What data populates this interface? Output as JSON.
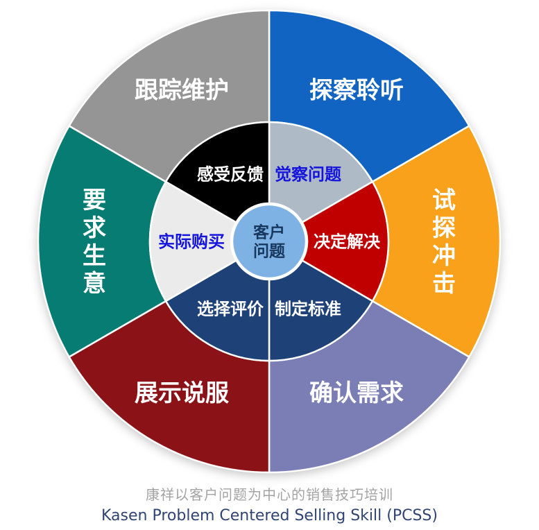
{
  "diagram": {
    "type": "concentric-ring-cycle",
    "center": {
      "label": "客户问题",
      "lines": [
        "客户",
        "问题"
      ],
      "bg": "#7FB2E4",
      "text_color": "#17375D"
    },
    "outer_ring": [
      {
        "label": "探察聆听",
        "color": "#1164C2",
        "text_color": "#FFFFFF",
        "start": 0,
        "end": 60,
        "orientation": "horizontal"
      },
      {
        "label": "试探冲击",
        "color": "#F9A11B",
        "text_color": "#FFFFFF",
        "start": 60,
        "end": 120,
        "orientation": "vertical"
      },
      {
        "label": "确认需求",
        "color": "#7B7DB5",
        "text_color": "#FFFFFF",
        "start": 120,
        "end": 180,
        "orientation": "horizontal"
      },
      {
        "label": "展示说服",
        "color": "#8B1216",
        "text_color": "#FFFFFF",
        "start": 180,
        "end": 240,
        "orientation": "horizontal"
      },
      {
        "label": "要求生意",
        "color": "#067C72",
        "text_color": "#FFFFFF",
        "start": 240,
        "end": 300,
        "orientation": "vertical"
      },
      {
        "label": "跟踪维护",
        "color": "#959595",
        "text_color": "#FFFFFF",
        "start": 300,
        "end": 360,
        "orientation": "horizontal"
      }
    ],
    "inner_ring": [
      {
        "label": "觉察问题",
        "color": "#AFBAC7",
        "text_color": "#1414DD",
        "start": 0,
        "end": 60,
        "orientation": "horizontal"
      },
      {
        "label": "决定解决",
        "color": "#C00000",
        "text_color": "#FFFFFF",
        "start": 60,
        "end": 120,
        "orientation": "horizontal"
      },
      {
        "label": "制定标准",
        "color": "#1E4178",
        "text_color": "#FFFFFF",
        "start": 120,
        "end": 180,
        "orientation": "horizontal"
      },
      {
        "label": "选择评价",
        "color": "#1E4178",
        "text_color": "#FFFFFF",
        "start": 180,
        "end": 240,
        "orientation": "horizontal"
      },
      {
        "label": "实际购买",
        "color": "#EBEBEB",
        "text_color": "#1414DD",
        "start": 240,
        "end": 300,
        "orientation": "horizontal"
      },
      {
        "label": "感受反馈",
        "color": "#000000",
        "text_color": "#FFFFFF",
        "start": 300,
        "end": 360,
        "orientation": "horizontal"
      }
    ]
  },
  "caption": {
    "line1": "康祥以客户问题为中心的销售技巧培训",
    "line2": "Kasen Problem Centered Selling Skill (PCSS)"
  }
}
